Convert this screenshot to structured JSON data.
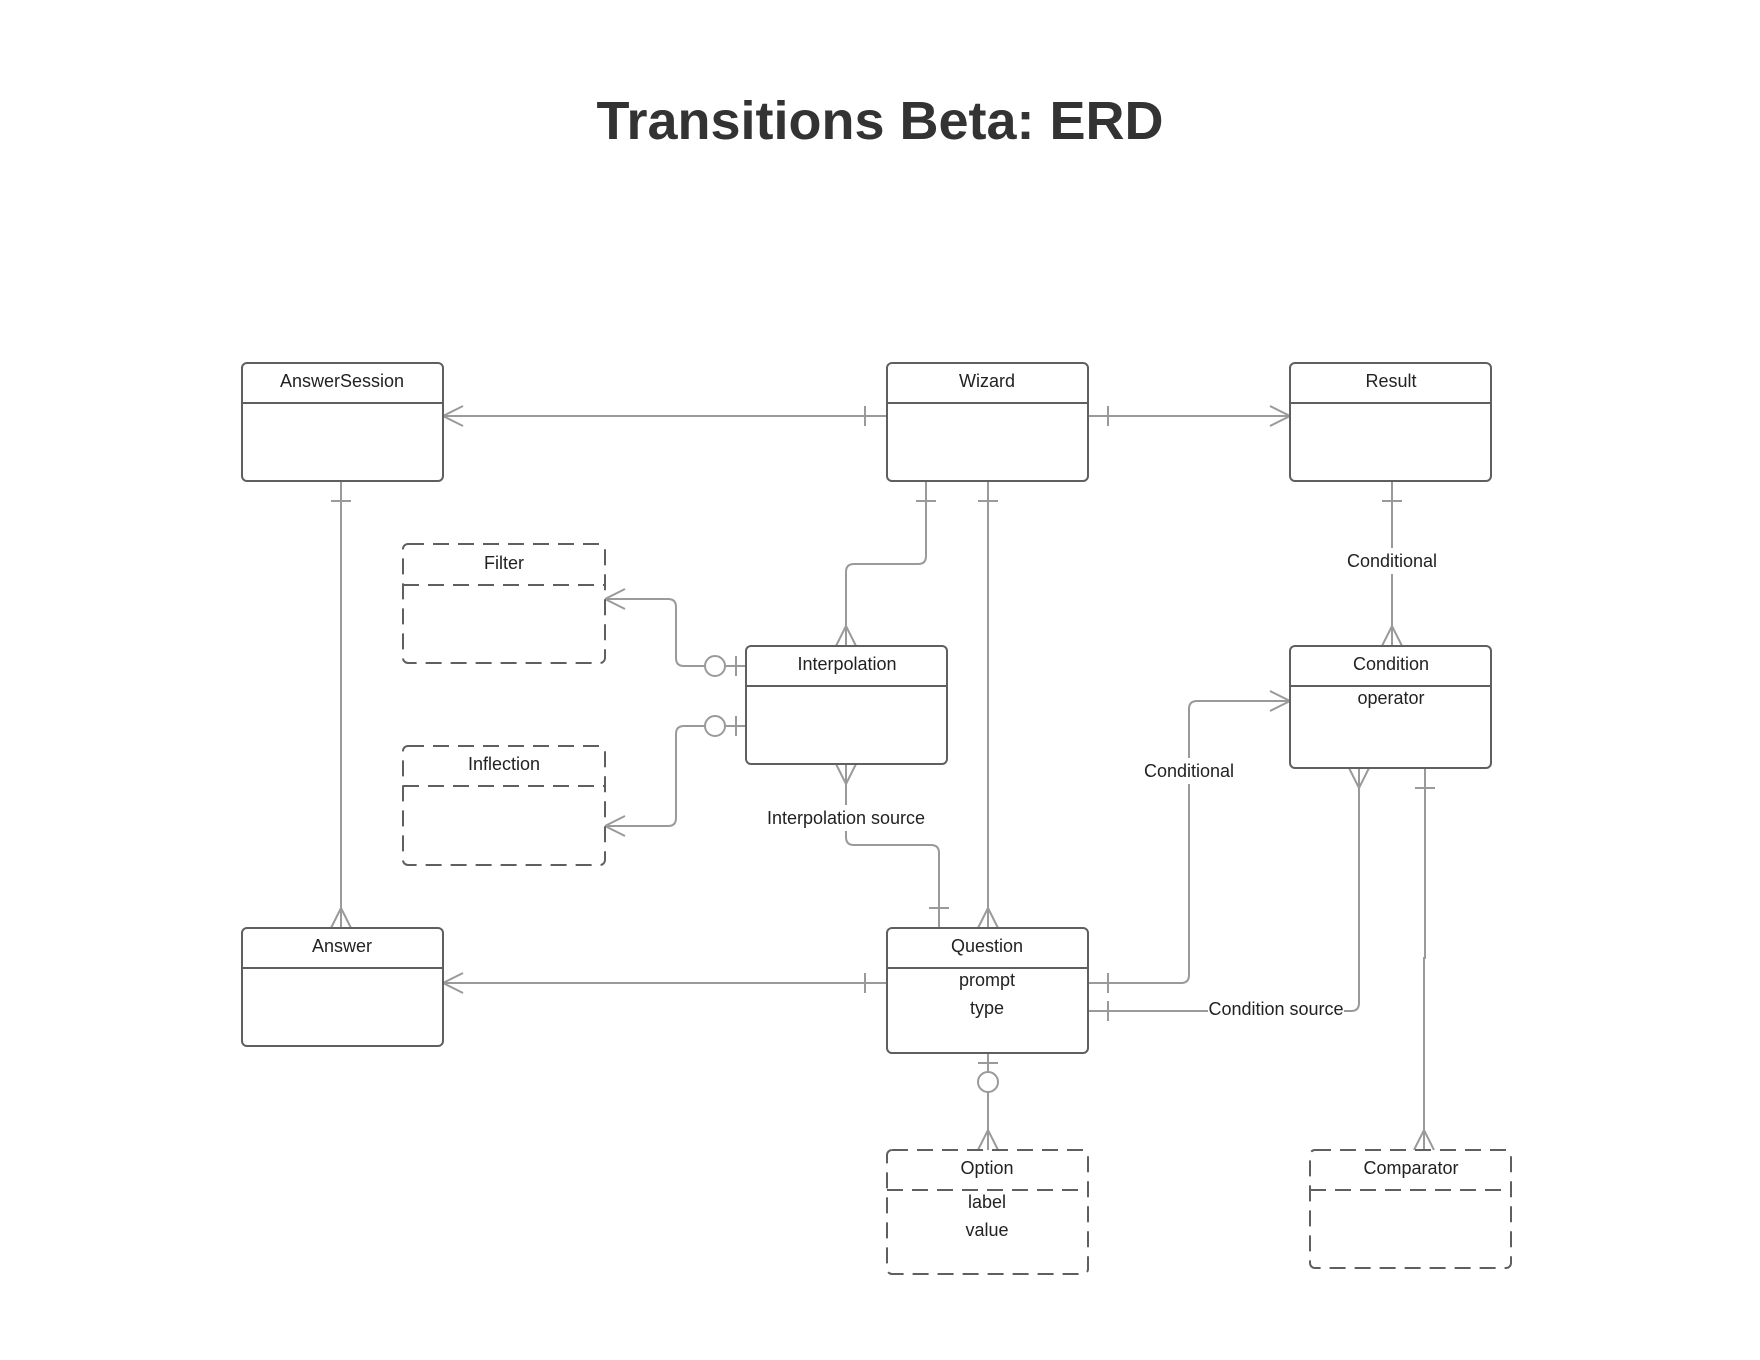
{
  "title": "Transitions Beta: ERD",
  "colors": {
    "box_stroke": "#5f5f5f",
    "connector": "#9a9a9a",
    "text": "#222222"
  },
  "entities": {
    "answer_session": {
      "name": "AnswerSession",
      "attributes": []
    },
    "wizard": {
      "name": "Wizard",
      "attributes": []
    },
    "result": {
      "name": "Result",
      "attributes": []
    },
    "filter": {
      "name": "Filter",
      "attributes": [],
      "style": "dashed"
    },
    "interpolation": {
      "name": "Interpolation",
      "attributes": []
    },
    "condition": {
      "name": "Condition",
      "attributes": [
        "operator"
      ]
    },
    "inflection": {
      "name": "Inflection",
      "attributes": [],
      "style": "dashed"
    },
    "answer": {
      "name": "Answer",
      "attributes": []
    },
    "question": {
      "name": "Question",
      "attributes": [
        "prompt",
        "type"
      ]
    },
    "option": {
      "name": "Option",
      "attributes": [
        "label",
        "value"
      ],
      "style": "dashed"
    },
    "comparator": {
      "name": "Comparator",
      "attributes": [],
      "style": "dashed"
    }
  },
  "relationships": [
    {
      "from": "AnswerSession",
      "to": "Wizard",
      "from_card": "many",
      "to_card": "one",
      "label": ""
    },
    {
      "from": "Wizard",
      "to": "Result",
      "from_card": "one",
      "to_card": "many",
      "label": ""
    },
    {
      "from": "AnswerSession",
      "to": "Answer",
      "from_card": "one",
      "to_card": "many",
      "label": ""
    },
    {
      "from": "Wizard",
      "to": "Interpolation",
      "from_card": "one",
      "to_card": "many",
      "label": ""
    },
    {
      "from": "Wizard",
      "to": "Question",
      "from_card": "one",
      "to_card": "many",
      "label": ""
    },
    {
      "from": "Result",
      "to": "Condition",
      "from_card": "one",
      "to_card": "many",
      "label": "Conditional"
    },
    {
      "from": "Filter",
      "to": "Interpolation",
      "from_card": "many",
      "to_card": "zero-or-one",
      "label": ""
    },
    {
      "from": "Inflection",
      "to": "Interpolation",
      "from_card": "many",
      "to_card": "zero-or-one",
      "label": ""
    },
    {
      "from": "Interpolation",
      "to": "Question",
      "from_card": "many",
      "to_card": "one",
      "label": "Interpolation source"
    },
    {
      "from": "Question",
      "to": "Condition",
      "from_card": "one",
      "to_card": "many",
      "label": "Conditional"
    },
    {
      "from": "Question",
      "to": "Condition",
      "from_card": "one",
      "to_card": "many",
      "label": "Condition source"
    },
    {
      "from": "Condition",
      "to": "Comparator",
      "from_card": "one",
      "to_card": "many",
      "label": ""
    },
    {
      "from": "Answer",
      "to": "Question",
      "from_card": "many",
      "to_card": "one",
      "label": ""
    },
    {
      "from": "Question",
      "to": "Option",
      "from_card": "zero-or-one",
      "to_card": "many",
      "label": ""
    }
  ],
  "labels": {
    "result_condition": "Conditional",
    "interp_source": "Interpolation source",
    "question_condition": "Conditional",
    "condition_source": "Condition source"
  }
}
